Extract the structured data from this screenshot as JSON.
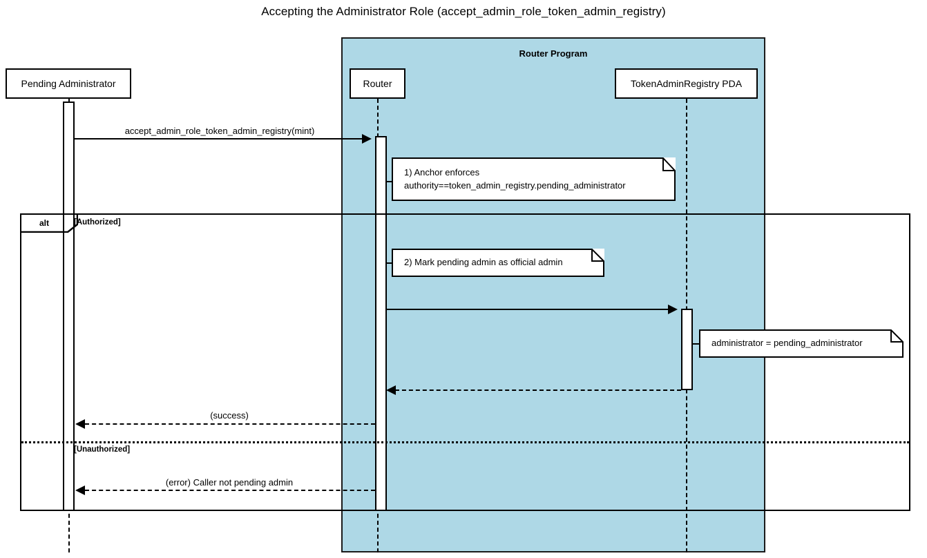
{
  "diagram": {
    "type": "uml-sequence-diagram",
    "title": "Accepting the Administrator Role (accept_admin_role_token_admin_registry)",
    "colors": {
      "group_fill": "#aed8e6",
      "stroke": "#000000",
      "background": "#ffffff"
    }
  },
  "groups": [
    {
      "name": "router-program",
      "label": "Router Program",
      "fill": "#aed8e6"
    }
  ],
  "participants": [
    {
      "id": "pending-administrator",
      "label": "Pending Administrator",
      "group": null
    },
    {
      "id": "router",
      "label": "Router",
      "group": "router-program"
    },
    {
      "id": "token-admin-registry-pda",
      "label": "TokenAdminRegistry PDA",
      "group": "router-program"
    }
  ],
  "messages": [
    {
      "id": "m1",
      "label": "accept_admin_role_token_admin_registry(mint)",
      "from": "pending-administrator",
      "to": "router",
      "style": "solid",
      "direction": "right"
    },
    {
      "id": "m2",
      "label": "",
      "from": "router",
      "to": "token-admin-registry-pda",
      "style": "solid",
      "direction": "right"
    },
    {
      "id": "m3",
      "label": "",
      "from": "token-admin-registry-pda",
      "to": "router",
      "style": "dashed",
      "direction": "left"
    },
    {
      "id": "m4",
      "label": "(success)",
      "from": "router",
      "to": "pending-administrator",
      "style": "dashed",
      "direction": "left"
    },
    {
      "id": "m5",
      "label": "(error) Caller not pending admin",
      "from": "router",
      "to": "pending-administrator",
      "style": "dashed",
      "direction": "left"
    }
  ],
  "notes": [
    {
      "id": "note-1",
      "attached_to": "router",
      "text": "1) Anchor enforces\nauthority==token_admin_registry.pending_administrator"
    },
    {
      "id": "note-2",
      "attached_to": "router",
      "text": "2) Mark pending admin as official admin"
    },
    {
      "id": "note-3",
      "attached_to": "token-admin-registry-pda",
      "text": "administrator = pending_administrator"
    }
  ],
  "fragment": {
    "operator": "alt",
    "guards": [
      {
        "id": "guard-authorized",
        "label": "[Authorized]"
      },
      {
        "id": "guard-unauthorized",
        "label": "[Unauthorized]"
      }
    ]
  }
}
